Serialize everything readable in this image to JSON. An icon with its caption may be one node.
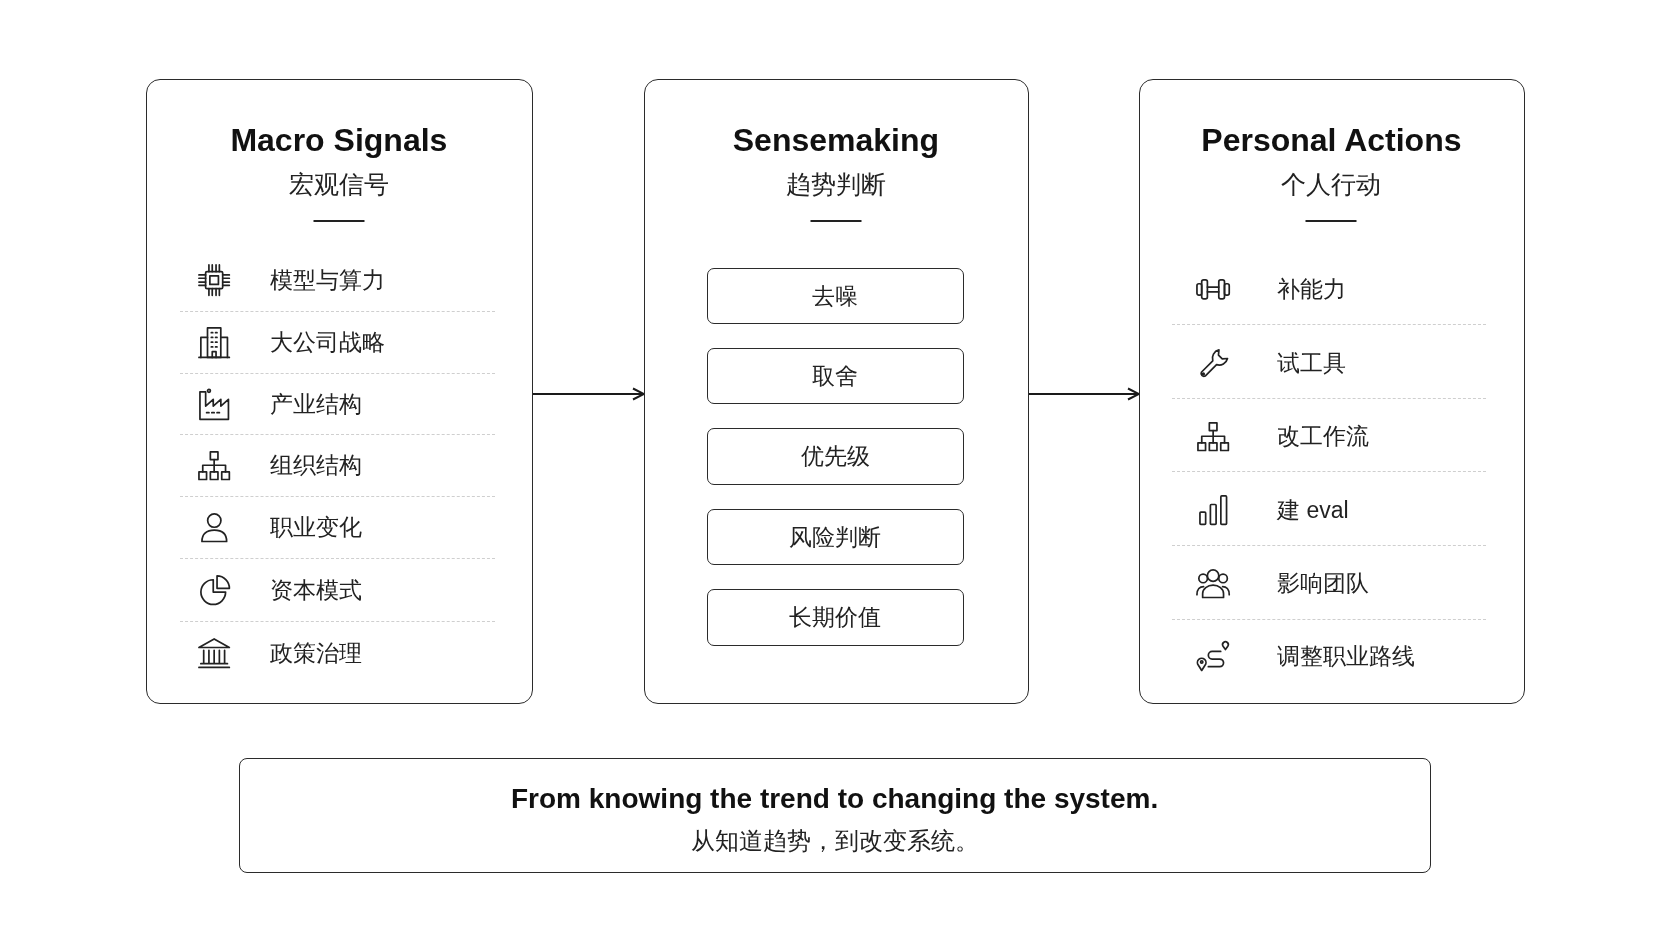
{
  "diagram": {
    "nodes": [
      {
        "text": [
          "Macro Signals",
          "宏观信号",
          "模型与算力",
          "大公司战略",
          "产业结构",
          "组织结构",
          "职业变化",
          "资本模式",
          "政策治理"
        ]
      },
      {
        "text": [
          "Sensemaking",
          "趋势判断"
        ]
      },
      {
        "text": [
          "去噪"
        ],
        "in": 1
      },
      {
        "text": [
          "取舍"
        ],
        "in": 1
      },
      {
        "text": [
          "优先级"
        ],
        "in": 1
      },
      {
        "text": [
          "风险判断"
        ],
        "in": 1
      },
      {
        "text": [
          "长期价值"
        ],
        "in": 1
      },
      {
        "text": [
          "Personal Actions",
          "个人行动",
          "补能力",
          "试工具",
          "改工作流",
          "建 eval",
          "影响团队",
          "调整职业路线"
        ]
      },
      {
        "text": [
          "From knowing the trend to changing the system.",
          "从知道趋势，到改变系统。"
        ]
      }
    ],
    "edges": [
      {
        "from": 0,
        "to": 1,
        "arrow": "to"
      },
      {
        "from": 1,
        "to": 7,
        "arrow": "to"
      }
    ]
  }
}
